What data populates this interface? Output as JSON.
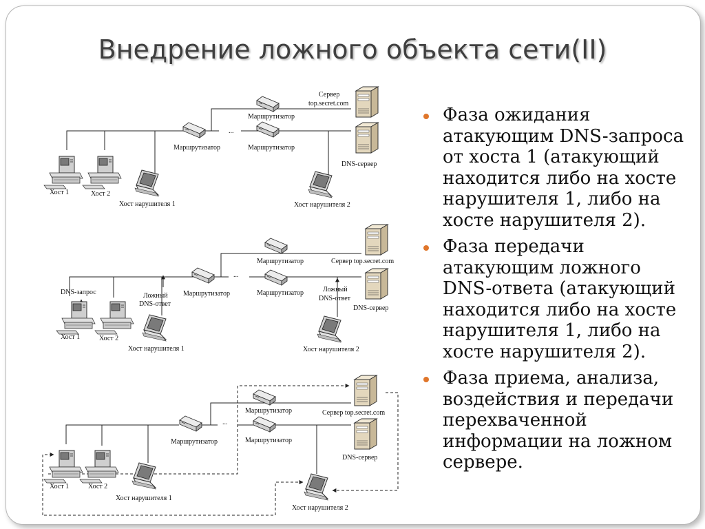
{
  "title": "Внедрение ложного объекта сети(II)",
  "bullets": [
    "Фаза ожидания атакующим DNS-запроса от хоста 1 (атакующий находится либо на хосте нарушителя 1, либо на хосте нарушителя 2).",
    "Фаза передачи атакующим ложного DNS-ответа (атакующий находится либо на хосте нарушителя 1, либо на хосте нарушителя 2).",
    "Фаза приема, анализа, воздействия и передачи перехваченной информации на ложном сервере."
  ],
  "accent_color": "#e0762b",
  "diagram_labels": {
    "server_a": "Сервер",
    "server_b": "top.secret.com",
    "server_full": "Сервер top.secret.com",
    "router": "Маршрутизатор",
    "dns_server": "DNS-сервер",
    "host1": "Хост 1",
    "host2": "Хост 2",
    "intruder1": "Хост нарушителя 1",
    "intruder2": "Хост нарушителя 2",
    "ellipsis": "...",
    "dns_query": "DNS-запрос",
    "fake_a": "Ложный",
    "fake_b": "DNS-ответ"
  }
}
